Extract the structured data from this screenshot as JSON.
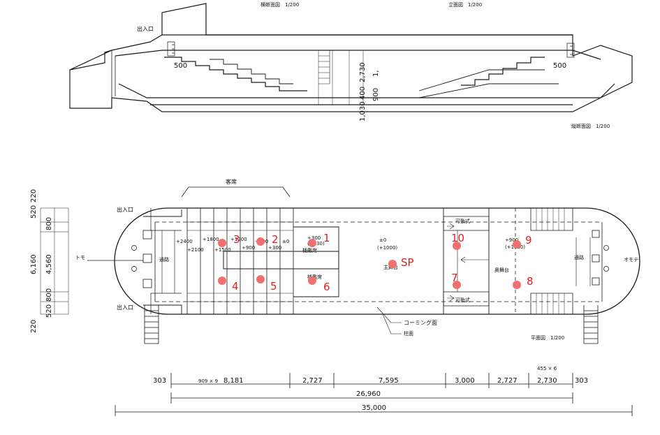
{
  "colors": {
    "line": "#1a1a1a",
    "marker": "#f07070",
    "marker_label": "#e02020"
  },
  "section": {
    "title_cross": "横断面図　1/200",
    "title_front": "立面図　1/200",
    "title_long": "縦断面図　1/200",
    "entrance": "出入口",
    "dim_left": "500",
    "dim_right": "500",
    "vdims": [
      "1,030",
      "400",
      "900",
      "2,730",
      "1,"
    ]
  },
  "plan": {
    "seats_label": "客席",
    "entrance_top": "出入口",
    "entrance_bottom": "出入口",
    "tomo": "トモ",
    "omote": "オモテ",
    "aisle_left": "通路",
    "aisle_right": "通路",
    "levels": [
      "+2400",
      "+1800",
      "+1200",
      "+600",
      "±0",
      "+2100",
      "+1500",
      "+900",
      "+300"
    ],
    "sajiki_top_level": "+300",
    "sajiki_top_level2": "(+330)",
    "sajiki_top": "桟敷席",
    "sajiki_bottom": "桟敷席",
    "main_stage_level": "±0",
    "main_stage_level2": "(+1000)",
    "main_stage": "主舞台",
    "movable_top": "可動式",
    "movable_bottom": "可動式",
    "back_stage": "奥舞台",
    "back_level": "+900",
    "back_level2": "(+1000)",
    "coaming": "コーミング面",
    "pillar": "柱面",
    "title": "平面図　1/200",
    "vdims": [
      "520",
      "800",
      "4,560",
      "800",
      "520"
    ],
    "vdims_outer": [
      "220",
      "6,160",
      "220"
    ]
  },
  "markers": [
    "1",
    "2",
    "3",
    "4",
    "5",
    "6",
    "7",
    "8",
    "9",
    "10",
    "SP"
  ],
  "dims": {
    "row1": [
      "303",
      "909 × 9",
      "8,181",
      "2,727",
      "7,595",
      "3,000",
      "2,727",
      "2,730",
      "303"
    ],
    "row1_note": "455 × 6",
    "total_inner": "26,960",
    "total_outer": "35,000"
  }
}
